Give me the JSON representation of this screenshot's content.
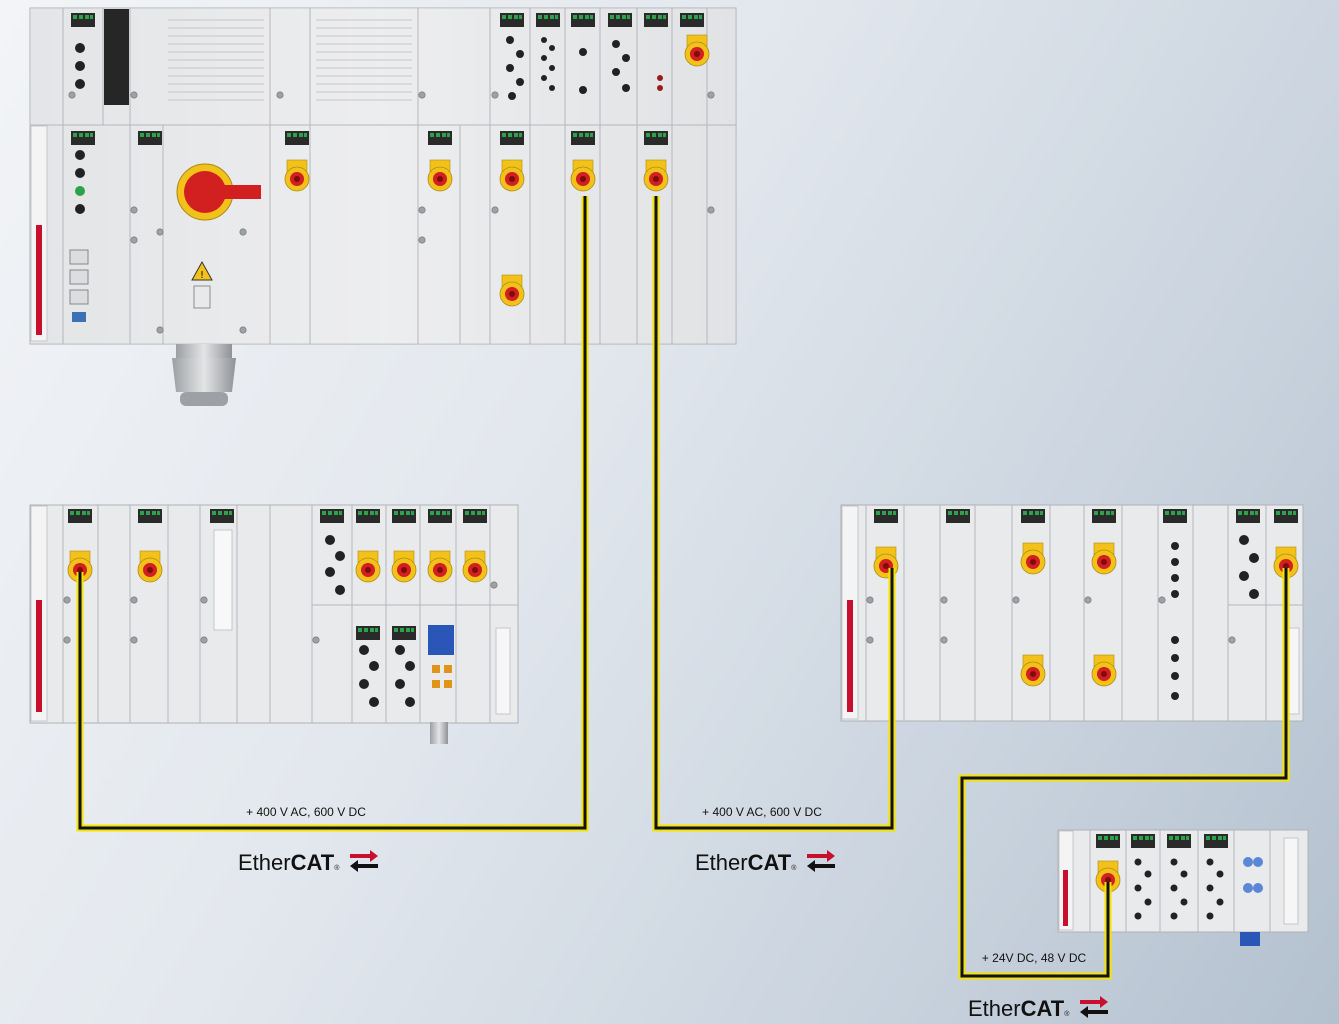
{
  "colors": {
    "cable_core": "#111111",
    "cable_outline": "#f5e400",
    "connector_yellow": "#f2c21b",
    "connector_red": "#d21f1f",
    "module_body": "#ececec",
    "module_border": "#b9bcc0",
    "brand_red": "#c8102e",
    "terminal_green": "#2ca24a"
  },
  "connections": [
    {
      "label": "+ 400 V AC, 600 V DC"
    },
    {
      "label": "+ 400 V AC, 600 V DC"
    },
    {
      "label": "+ 24V DC, 48 V DC"
    }
  ],
  "logos": [
    {
      "ether": "Ether",
      "cat": "CAT",
      "reg": "®"
    },
    {
      "ether": "Ether",
      "cat": "CAT",
      "reg": "®"
    },
    {
      "ether": "Ether",
      "cat": "CAT",
      "reg": "®"
    }
  ],
  "icons": [
    "warning-icon",
    "main-switch-icon",
    "connector-icon",
    "ethercat-arrows-icon"
  ]
}
